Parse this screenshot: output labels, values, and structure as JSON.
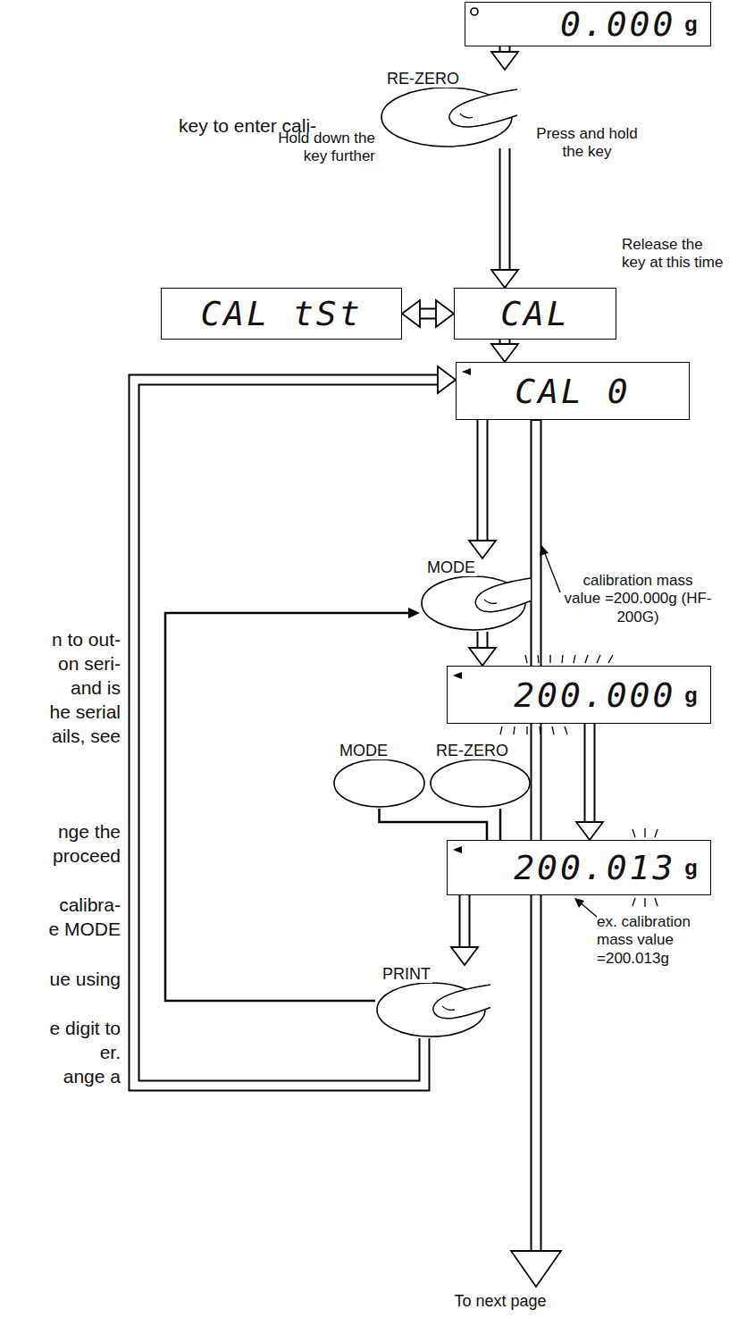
{
  "diagram": {
    "nodes": [
      {
        "text": [
          "0.000",
          "g"
        ]
      },
      {
        "text": [
          "RE-ZERO"
        ]
      },
      {
        "text": [
          "CAL tSt"
        ]
      },
      {
        "text": [
          "CAL"
        ]
      },
      {
        "text": [
          "CAL 0"
        ]
      },
      {
        "text": [
          "MODE"
        ]
      },
      {
        "text": [
          "200.000",
          "g"
        ]
      },
      {
        "text": [
          "MODE"
        ]
      },
      {
        "text": [
          "RE-ZERO"
        ]
      },
      {
        "text": [
          "200.013",
          "g"
        ]
      },
      {
        "text": [
          "PRINT"
        ]
      }
    ],
    "edges": [
      {
        "from": 0,
        "to": 1,
        "arrow": "to"
      },
      {
        "from": 1,
        "to": 3,
        "arrow": "to"
      },
      {
        "from": 2,
        "to": 3,
        "arrow": "both"
      },
      {
        "from": 3,
        "to": 4,
        "arrow": "to"
      },
      {
        "from": 4,
        "to": 5,
        "arrow": "to"
      },
      {
        "from": 5,
        "to": 6,
        "arrow": "to"
      },
      {
        "from": 6,
        "to": 9,
        "arrow": "to"
      },
      {
        "from": 7,
        "to": 9,
        "arrow": "none"
      },
      {
        "from": 8,
        "to": 9,
        "arrow": "none"
      },
      {
        "from": 9,
        "to": 10,
        "arrow": "to"
      },
      {
        "from": 10,
        "to": 4,
        "arrow": "to"
      },
      {
        "from": 10,
        "to": 5,
        "arrow": "to"
      }
    ],
    "labels": [
      "Hold down the key further",
      "Press and hold the key",
      "Release the key at this time",
      "calibration mass value =200.000g (HF-200G)",
      "ex. calibration mass value =200.013g",
      "To next page",
      "key to enter cali-",
      "n to out-",
      "on seri-",
      "and is",
      "he serial",
      "ails, see",
      "nge the",
      "proceed",
      "calibra-",
      "e MODE",
      "ue using",
      "e digit to",
      "er.",
      "ange a"
    ]
  }
}
